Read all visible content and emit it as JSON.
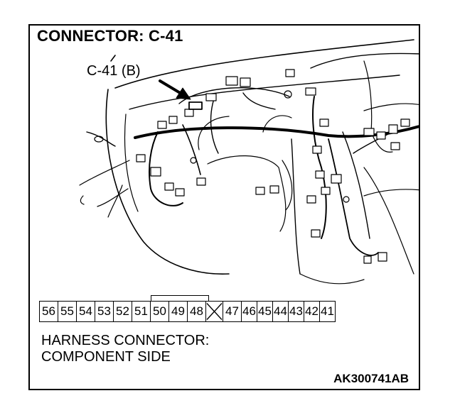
{
  "diagram": {
    "title": "CONNECTOR: C-41",
    "callout_label": "C-41 (B)",
    "connector_pins": [
      "56",
      "55",
      "54",
      "53",
      "52",
      "51",
      "50",
      "49",
      "48",
      "",
      "47",
      "46",
      "45",
      "44",
      "43",
      "42",
      "41"
    ],
    "caption_line1": "HARNESS CONNECTOR:",
    "caption_line2": "COMPONENT SIDE",
    "figure_code": "AK300741AB"
  }
}
